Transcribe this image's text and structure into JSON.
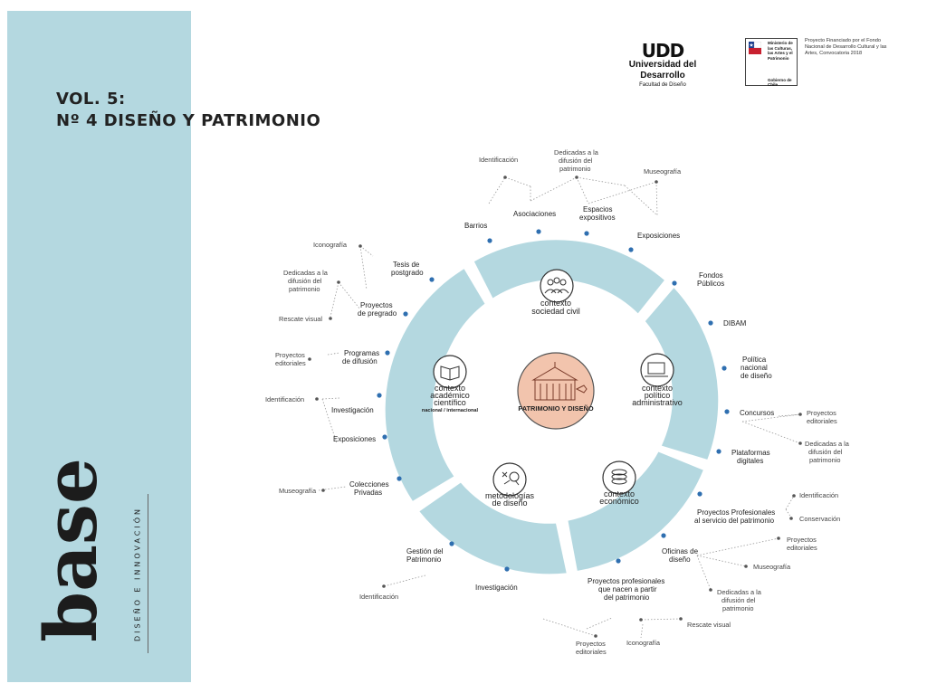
{
  "issue": {
    "line1": "VOL. 5:",
    "line2": "Nº 4 DISEÑO Y PATRIMONIO"
  },
  "brand": {
    "word": "base",
    "tagline": "DISEÑO E INNOVACIÓN"
  },
  "udd": {
    "mark": "UDD",
    "name": "Universidad del Desarrollo",
    "faculty": "Facultad de Diseño"
  },
  "ministry": {
    "name": "Ministerio de las Culturas, las Artes y el Patrimonio",
    "gobierno": "Gobierno de Chile"
  },
  "project_note": "Proyecto Financiado por el Fondo Nacional de Desarrollo Cultural y las Artes, Convocatoria 2018",
  "center": {
    "label": "PATRIMONIO Y DISEÑO"
  },
  "contexts": {
    "civil": [
      "contexto",
      "sociedad civil"
    ],
    "politico": [
      "contexto",
      "político",
      "administrativo"
    ],
    "economico": [
      "contexto",
      "económico"
    ],
    "metodologias": [
      "metodologías",
      "de diseño"
    ],
    "academico": [
      "contexto",
      "académico",
      "científico"
    ],
    "academico_sub": "nacional / internacional"
  },
  "nodes": {
    "barrios": "Barrios",
    "asociaciones": "Asociaciones",
    "espacios": [
      "Espacios",
      "expositivos"
    ],
    "exposiciones_top": "Exposiciones",
    "fondos": [
      "Fondos",
      "Públicos"
    ],
    "dibam": "DIBAM",
    "politica": [
      "Política",
      "nacional",
      "de diseño"
    ],
    "concursos": "Concursos",
    "plataformas": [
      "Plataformas",
      "digitales"
    ],
    "pp_servicio": [
      "Proyectos Profesionales",
      "al servicio del patrimonio"
    ],
    "oficinas": [
      "Oficinas de",
      "diseño"
    ],
    "pp_nacen": [
      "Proyectos profesionales",
      "que nacen a partir",
      "del patrimonio"
    ],
    "investigacion_bottom": "Investigación",
    "gestion": [
      "Gestión del",
      "Patrimonio"
    ],
    "colecciones": [
      "Colecciones",
      "Privadas"
    ],
    "exposiciones_left": "Exposiciones",
    "investigacion_left": "Investigación",
    "programas": [
      "Programas",
      "de difusión"
    ],
    "pp_pregrado": [
      "Proyectos",
      "de pregrado"
    ],
    "tesis": [
      "Tesis de",
      "postgrado"
    ]
  },
  "leaves": {
    "identificacion_top": "Identificación",
    "dedicadas_top": [
      "Dedicadas a la",
      "difusión del",
      "patrimonio"
    ],
    "museografia_top": "Museografía",
    "proyectos_editoriales_right": [
      "Proyectos",
      "editoriales"
    ],
    "dedicadas_right": [
      "Dedicadas a la",
      "difusión del",
      "patrimonio"
    ],
    "identificacion_right": "Identificación",
    "conservacion": "Conservación",
    "proyectos_editoriales_r2": [
      "Proyectos",
      "editoriales"
    ],
    "museografia_right": "Museografía",
    "dedicadas_br": [
      "Dedicadas a la",
      "difusión del",
      "patrimonio"
    ],
    "rescate_visual_right": "Rescate visual",
    "iconografia_bottom": "Iconografía",
    "proyectos_editoriales_bottom": [
      "Proyectos",
      "editoriales"
    ],
    "identificacion_bl": "Identificación",
    "museografia_left": "Museografía",
    "identificacion_left": "Identificación",
    "proyectos_editoriales_left": [
      "Proyectos",
      "editoriales"
    ],
    "rescate_visual_left": "Rescate visual",
    "dedicadas_left": [
      "Dedicadas a la",
      "difusión del",
      "patrimonio"
    ],
    "iconografia_left": "Iconografía"
  },
  "colors": {
    "sidebar": "#b4d8e0",
    "ring": "#b4d8e0",
    "center": "#f2c4ad",
    "dot": "#2f6fb0",
    "leaf_dot": "#555555"
  },
  "icons": [
    "people-icon",
    "computer-icon",
    "coins-icon",
    "methodology-icon",
    "book-icon",
    "building-icon"
  ]
}
